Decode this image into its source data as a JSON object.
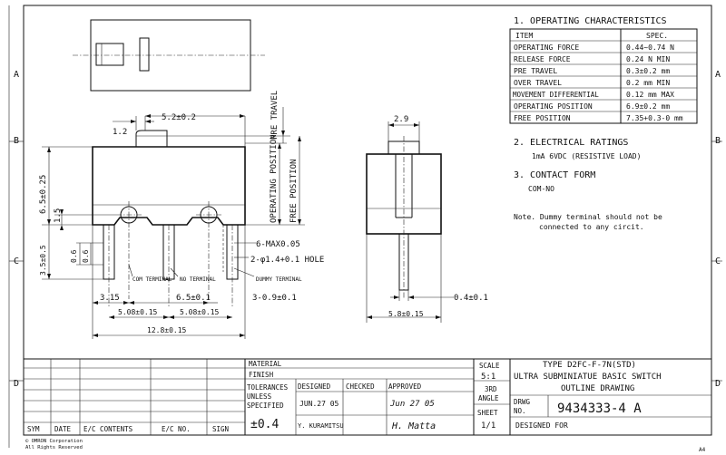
{
  "border": {
    "row_letters": [
      "A",
      "B",
      "C",
      "D"
    ],
    "corner_mark": "A4"
  },
  "top_view": {},
  "front_view": {
    "dim_top_offset": "1.2",
    "dim_top_width": "5.2±0.2",
    "dim_height": "6.5±0.25",
    "dim_hole_height": "1.5",
    "dim_pin_length": "3.5±0.5",
    "dim_pin_a": "0.6",
    "dim_pin_b": "0.6",
    "label_pre_travel": "PRE TRAVEL",
    "label_operating_position": "OPERATING POSITION",
    "label_free_position": "FREE POSITION",
    "label_com": "COM TERMINAL",
    "label_no": "NO TERMINAL",
    "label_dummy": "DUMMY TERMINAL",
    "note_max": "6-MAX0.05",
    "note_hole": "2-φ1.4+0.1 HOLE",
    "dim_315": "3.15",
    "dim_65": "6.5±0.1",
    "dim_309": "3-0.9±0.1",
    "dim_508a": "5.08±0.15",
    "dim_508b": "5.08±0.15",
    "dim_128": "12.8±0.15"
  },
  "side_view": {
    "dim_width": "2.9",
    "dim_pin": "0.4±0.1",
    "dim_bottom": "5.8±0.15"
  },
  "specs": {
    "title": "1. OPERATING CHARACTERISTICS",
    "header_item": "ITEM",
    "header_spec": "SPEC.",
    "rows": [
      {
        "item": "OPERATING FORCE",
        "spec": "0.44~0.74 N"
      },
      {
        "item": "RELEASE FORCE",
        "spec": "0.24 N  MIN"
      },
      {
        "item": "PRE TRAVEL",
        "spec": "0.3±0.2 mm"
      },
      {
        "item": "OVER TRAVEL",
        "spec": "0.2 mm  MIN"
      },
      {
        "item": "MOVEMENT DIFFERENTIAL",
        "spec": "0.12 mm MAX"
      },
      {
        "item": "OPERATING POSITION",
        "spec": "6.9±0.2 mm"
      },
      {
        "item": "FREE POSITION",
        "spec": "7.35+0.3-0 mm"
      }
    ],
    "elec_title": "2. ELECTRICAL RATINGS",
    "elec_value": "1mA 6VDC (RESISTIVE LOAD)",
    "contact_title": "3. CONTACT FORM",
    "contact_value": "COM-NO",
    "note1": "Note. Dummy terminal should not be",
    "note2": "connected to any circit."
  },
  "title_block": {
    "material_label": "MATERIAL",
    "finish_label": "FINISH",
    "tolerances_line1": "TOLERANCES",
    "tolerances_line2": "UNLESS",
    "tolerances_line3": "SPECIFIED",
    "tolerance_value": "±0.4",
    "designed_label": "DESIGNED",
    "checked_label": "CHECKED",
    "approved_label": "APPROVED",
    "designed_date": "JUN.27 05",
    "approved_date": "Jun 27 05",
    "designer_name": "Y. KURAMITSU",
    "approver_sign": "H. Matta",
    "scale_label": "SCALE",
    "scale_value": "5:1",
    "angle_line1": "3RD",
    "angle_line2": "ANGLE",
    "sheet_label": "SHEET",
    "sheet_value": "1/1",
    "title_line1": "TYPE D2FC-F-7N(STD)",
    "title_line2": "ULTRA SUBMINIATUE BASIC SWITCH",
    "title_line3": "OUTLINE DRAWING",
    "drwg_label1": "DRWG",
    "drwg_label2": "NO.",
    "drwg_no": "9434333-4 A",
    "designed_for": "DESIGNED FOR",
    "rev_headers": [
      "SYM",
      "DATE",
      "E/C CONTENTS",
      "E/C NO.",
      "SIGN"
    ],
    "copyright1": "© OMRON Corporation",
    "copyright2": "All Rights Reserved"
  }
}
